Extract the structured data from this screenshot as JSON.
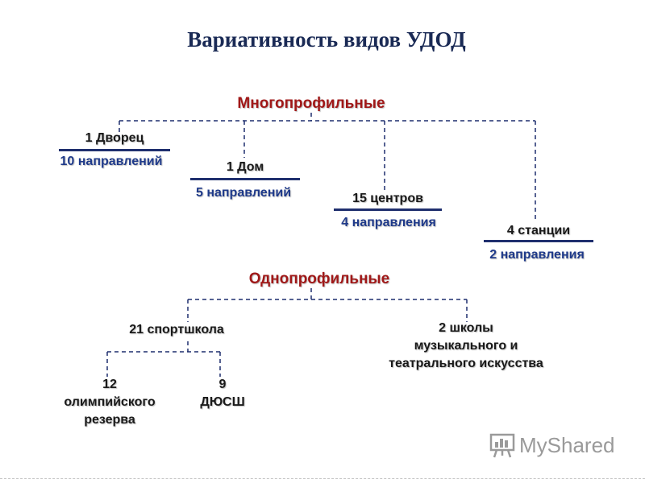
{
  "title": "Вариативность видов УДОД",
  "multi_profile": {
    "label": "Многопрофильные",
    "nodes": [
      {
        "name": "1 Дворец",
        "detail": "10 направлений"
      },
      {
        "name": "1 Дом",
        "detail": "5 направлений"
      },
      {
        "name": "15 центров",
        "detail": "4 направления"
      },
      {
        "name": "4 станции",
        "detail": "2 направления"
      }
    ]
  },
  "single_profile": {
    "label": "Однопрофильные",
    "sport": {
      "name": "21 спортшкола",
      "children": [
        {
          "line1": "12",
          "line2": "олимпийского",
          "line3": "резерва"
        },
        {
          "line1": "9",
          "line2": "ДЮСШ"
        }
      ]
    },
    "arts": {
      "line1": "2 школы",
      "line2": "музыкального и",
      "line3": "театрального искусства"
    }
  },
  "watermark": {
    "text": "MyShared",
    "icon": "presentation-board-icon"
  },
  "colors": {
    "category": "#a01818",
    "detail": "#1f3a8a",
    "rule": "#1f2f6e",
    "title": "#1a2a55"
  }
}
